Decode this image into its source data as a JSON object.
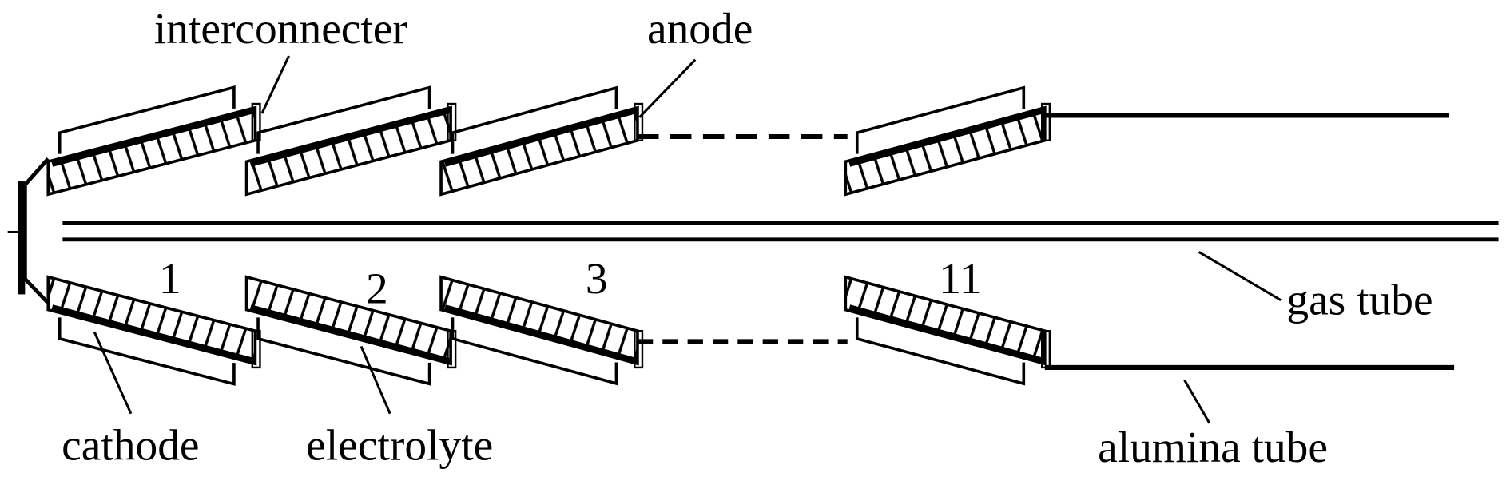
{
  "labels": {
    "interconnecter": "interconnecter",
    "anode": "anode",
    "gas_tube": "gas tube",
    "cathode": "cathode",
    "electrolyte": "electrolyte",
    "alumina_tube": "alumina tube"
  },
  "cell_numbers": [
    "1",
    "2",
    "3",
    "11"
  ],
  "colors": {
    "ink": "#000000",
    "background": "#ffffff"
  }
}
